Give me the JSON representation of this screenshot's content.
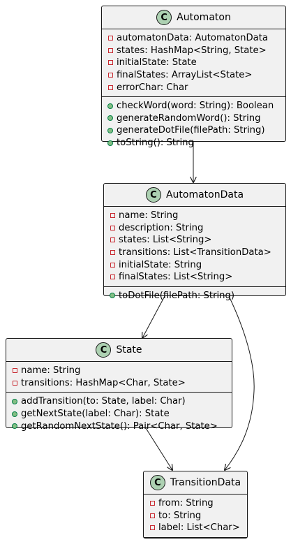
{
  "classes": {
    "automaton": {
      "name": "Automaton",
      "stereotype": "C",
      "fields": [
        "automatonData: AutomatonData",
        "states: HashMap<String, State>",
        "initialState: State",
        "finalStates: ArrayList<State>",
        "errorChar: Char"
      ],
      "methods": [
        "checkWord(word: String): Boolean",
        "generateRandomWord(): String",
        "generateDotFile(filePath: String)",
        "toString(): String"
      ]
    },
    "automaton_data": {
      "name": "AutomatonData",
      "stereotype": "C",
      "fields": [
        "name: String",
        "description: String",
        "states: List<String>",
        "transitions: List<TransitionData>",
        "initialState: String",
        "finalStates: List<String>"
      ],
      "methods": [
        "toDotFile(filePath: String)"
      ]
    },
    "state": {
      "name": "State",
      "stereotype": "C",
      "fields": [
        "name: String",
        "transitions: HashMap<Char, State>"
      ],
      "methods": [
        "addTransition(to: State, label: Char)",
        "getNextState(label: Char): State",
        "getRandomNextState(): Pair<Char, State>"
      ]
    },
    "transition_data": {
      "name": "TransitionData",
      "stereotype": "C",
      "fields": [
        "from: String",
        "to: String",
        "label: List<Char>"
      ],
      "methods": []
    }
  },
  "colors": {
    "box_fill": "#f1f1f1",
    "border": "#181818",
    "badge": "#add1b2",
    "private": "#c82930",
    "public_fill": "#84be84",
    "public_border": "#038048"
  }
}
